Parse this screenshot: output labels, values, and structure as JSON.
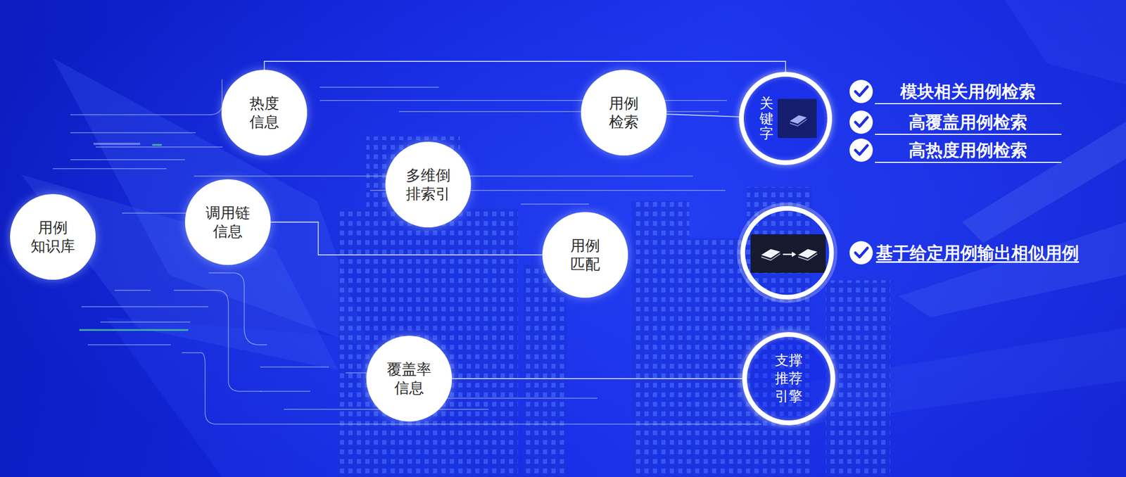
{
  "diagram": {
    "nodes": [
      {
        "text": [
          "热度 信息"
        ]
      },
      {
        "text": [
          "用例 检索"
        ]
      },
      {
        "text": [
          "关键字"
        ]
      },
      {
        "text": [
          "多维倒 排索引"
        ]
      },
      {
        "text": [
          "用例 知识库"
        ]
      },
      {
        "text": [
          "调用链 信息"
        ]
      },
      {
        "text": [
          "用例 匹配"
        ]
      },
      {
        "text": [
          "覆盖率 信息"
        ]
      },
      {
        "text": [
          "支撑 推荐 引擎"
        ]
      }
    ],
    "edges": [
      {
        "from": 0,
        "to": 2,
        "arrow": "none"
      },
      {
        "from": 1,
        "to": 2,
        "arrow": "none"
      },
      {
        "from": 5,
        "to": 6,
        "arrow": "none"
      },
      {
        "from": 7,
        "to": 8,
        "arrow": "none"
      }
    ],
    "labels": [
      "模块相关用例检索",
      "高覆盖用例检索",
      "高热度用例检索",
      "基于给定用例输出相似用例"
    ]
  }
}
